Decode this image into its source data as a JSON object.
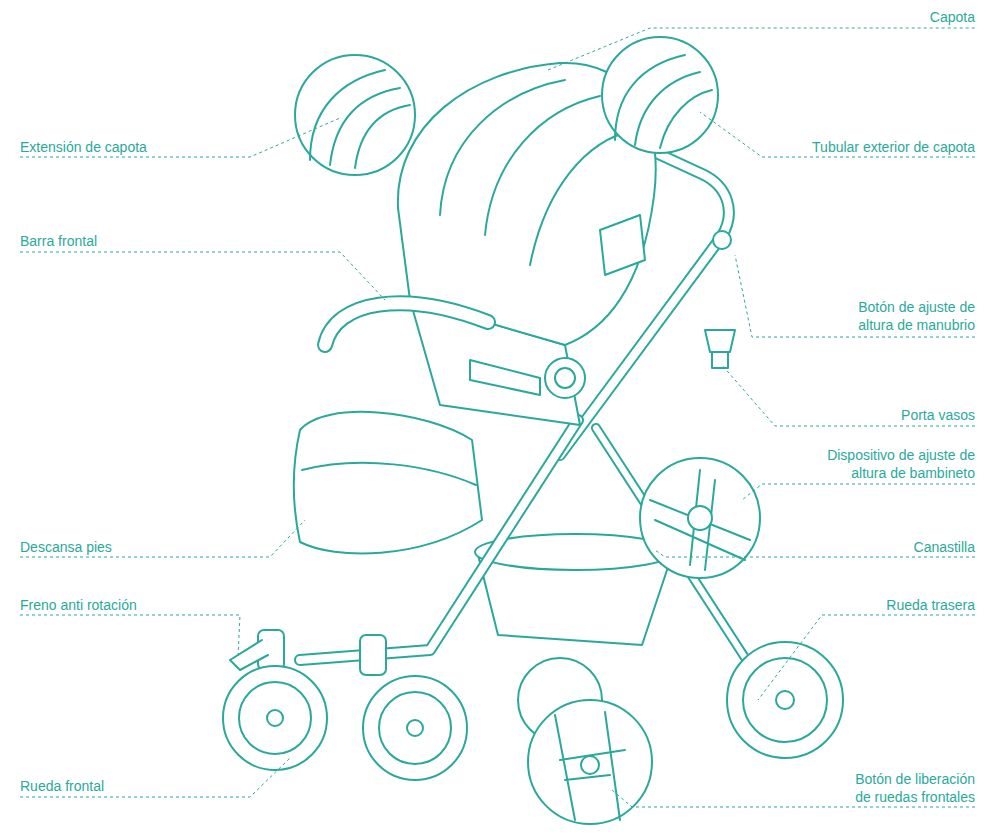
{
  "diagram": {
    "labels": [
      "Capota",
      "Extensión de capota",
      "Tubular exterior de capota",
      "Barra frontal",
      "Botón de ajuste de altura de manubrio",
      "Porta vasos",
      "Dispositivo de ajuste de altura de bambineto",
      "Descansa pies",
      "Canastilla",
      "Freno anti rotación",
      "Rueda trasera",
      "Rueda frontal",
      "Botón de liberación de ruedas frontales"
    ]
  }
}
